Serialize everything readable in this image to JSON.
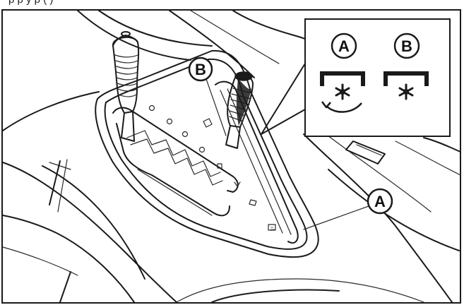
{
  "caption": {
    "visible_text": "p p y p ( )"
  },
  "callouts": {
    "main_b": "B",
    "main_a": "A",
    "inset_a": "A",
    "inset_b": "B"
  },
  "icons": {
    "inset_a_symbol": "rotate-snowflake-icon",
    "inset_b_symbol": "snowflake-icon"
  },
  "colors": {
    "ink": "#1a1a1a",
    "paper": "#ffffff"
  }
}
